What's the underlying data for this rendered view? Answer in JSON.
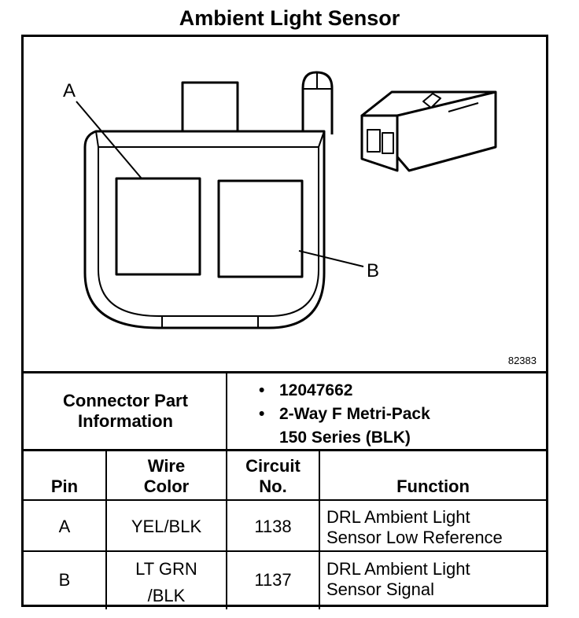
{
  "title": "Ambient Light Sensor",
  "figure": {
    "number": "82383",
    "callouts": {
      "a": "A",
      "b": "B"
    }
  },
  "connector_info": {
    "label_line1": "Connector Part",
    "label_line2": "Information",
    "part_number": "12047662",
    "description_line1": "2-Way F Metri-Pack",
    "description_line2": "150 Series (BLK)"
  },
  "pin_table": {
    "headers": {
      "pin": "Pin",
      "wire_color_line1": "Wire",
      "wire_color_line2": "Color",
      "circuit_line1": "Circuit",
      "circuit_line2": "No.",
      "function": "Function"
    },
    "rows": [
      {
        "pin": "A",
        "wire_line1": "YEL/BLK",
        "wire_line2": "",
        "circuit": "1138",
        "function_line1": "DRL Ambient Light",
        "function_line2": "Sensor Low Reference"
      },
      {
        "pin": "B",
        "wire_line1": "LT GRN",
        "wire_line2": "/BLK",
        "circuit": "1137",
        "function_line1": "DRL Ambient Light",
        "function_line2": "Sensor Signal"
      }
    ]
  }
}
